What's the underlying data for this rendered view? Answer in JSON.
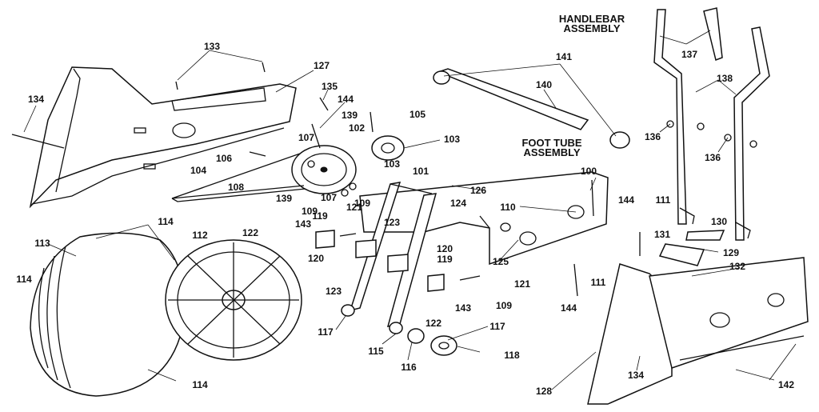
{
  "titles": {
    "handlebar": [
      "HANDLEBAR",
      "ASSEMBLY"
    ],
    "foot_tube": [
      "FOOT TUBE",
      "ASSEMBLY"
    ]
  },
  "labels": [
    {
      "name": "133",
      "text": "133"
    },
    {
      "name": "127",
      "text": "127"
    },
    {
      "name": "134a",
      "text": "134"
    },
    {
      "name": "135",
      "text": "135"
    },
    {
      "name": "144a",
      "text": "144"
    },
    {
      "name": "139a",
      "text": "139"
    },
    {
      "name": "102",
      "text": "102"
    },
    {
      "name": "105",
      "text": "105"
    },
    {
      "name": "107a",
      "text": "107"
    },
    {
      "name": "103a",
      "text": "103"
    },
    {
      "name": "106",
      "text": "106"
    },
    {
      "name": "103b",
      "text": "103"
    },
    {
      "name": "104",
      "text": "104"
    },
    {
      "name": "101",
      "text": "101"
    },
    {
      "name": "108",
      "text": "108"
    },
    {
      "name": "139b",
      "text": "139"
    },
    {
      "name": "107b",
      "text": "107"
    },
    {
      "name": "109a",
      "text": "109"
    },
    {
      "name": "126",
      "text": "126"
    },
    {
      "name": "141",
      "text": "141"
    },
    {
      "name": "140",
      "text": "140"
    },
    {
      "name": "137",
      "text": "137"
    },
    {
      "name": "138",
      "text": "138"
    },
    {
      "name": "136a",
      "text": "136"
    },
    {
      "name": "136b",
      "text": "136"
    },
    {
      "name": "100",
      "text": "100"
    },
    {
      "name": "144b",
      "text": "144"
    },
    {
      "name": "111a",
      "text": "111"
    },
    {
      "name": "110",
      "text": "110"
    },
    {
      "name": "130",
      "text": "130"
    },
    {
      "name": "131",
      "text": "131"
    },
    {
      "name": "129",
      "text": "129"
    },
    {
      "name": "132",
      "text": "132"
    },
    {
      "name": "124",
      "text": "124"
    },
    {
      "name": "109b",
      "text": "109"
    },
    {
      "name": "121a",
      "text": "121"
    },
    {
      "name": "143a",
      "text": "143"
    },
    {
      "name": "119a",
      "text": "119"
    },
    {
      "name": "123a",
      "text": "123"
    },
    {
      "name": "122a",
      "text": "122"
    },
    {
      "name": "120a",
      "text": "120"
    },
    {
      "name": "114a",
      "text": "114"
    },
    {
      "name": "113",
      "text": "113"
    },
    {
      "name": "112",
      "text": "112"
    },
    {
      "name": "114b",
      "text": "114"
    },
    {
      "name": "120b",
      "text": "120"
    },
    {
      "name": "119b",
      "text": "119"
    },
    {
      "name": "125",
      "text": "125"
    },
    {
      "name": "121b",
      "text": "121"
    },
    {
      "name": "111b",
      "text": "111"
    },
    {
      "name": "123b",
      "text": "123"
    },
    {
      "name": "109c",
      "text": "109"
    },
    {
      "name": "143b",
      "text": "143"
    },
    {
      "name": "144c",
      "text": "144"
    },
    {
      "name": "122b",
      "text": "122"
    },
    {
      "name": "117a",
      "text": "117"
    },
    {
      "name": "117b",
      "text": "117"
    },
    {
      "name": "115",
      "text": "115"
    },
    {
      "name": "116",
      "text": "116"
    },
    {
      "name": "118",
      "text": "118"
    },
    {
      "name": "114c",
      "text": "114"
    },
    {
      "name": "134b",
      "text": "134"
    },
    {
      "name": "128",
      "text": "128"
    },
    {
      "name": "142",
      "text": "142"
    }
  ]
}
